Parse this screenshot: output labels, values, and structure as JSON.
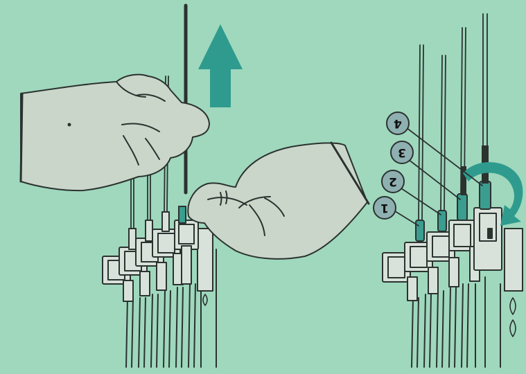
{
  "colors": {
    "background": "#9fd8bd",
    "line": "#2b3230",
    "hand_fill": "#c9d6c9",
    "accent_arrow": "#2f9b8e",
    "connector_teal": "#3a9d8f",
    "callout_fill": "#8fb0b0",
    "callout_text": "#111111",
    "bracket_fill": "#d9e2da"
  },
  "callouts": [
    {
      "label": "1"
    },
    {
      "label": "2"
    },
    {
      "label": "3"
    },
    {
      "label": "4"
    }
  ],
  "icons": {
    "pull_arrow": "arrow-up-icon",
    "rotate_arrow": "rotate-clockwise-icon"
  }
}
